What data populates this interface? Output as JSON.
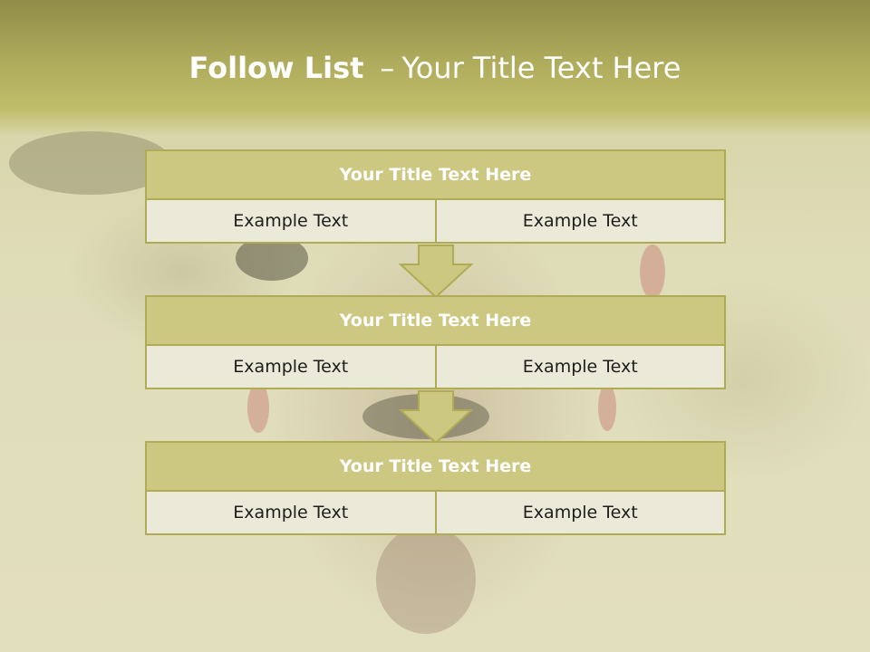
{
  "slide": {
    "title_bold": "Follow List",
    "title_dash": "–",
    "title_rest": "Your Title Text Here"
  },
  "blocks": [
    {
      "title": "Your Title Text Here",
      "left": "Example Text",
      "right": "Example Text"
    },
    {
      "title": "Your Title Text Here",
      "left": "Example Text",
      "right": "Example Text"
    },
    {
      "title": "Your Title Text Here",
      "left": "Example Text",
      "right": "Example Text"
    }
  ],
  "colors": {
    "header_band": "#aeab5c",
    "block_header": "#ccc882",
    "block_border": "#b0ac55",
    "cell_fill": "#ebe9d7"
  },
  "icons": [
    "down-arrow-icon",
    "down-arrow-icon"
  ]
}
